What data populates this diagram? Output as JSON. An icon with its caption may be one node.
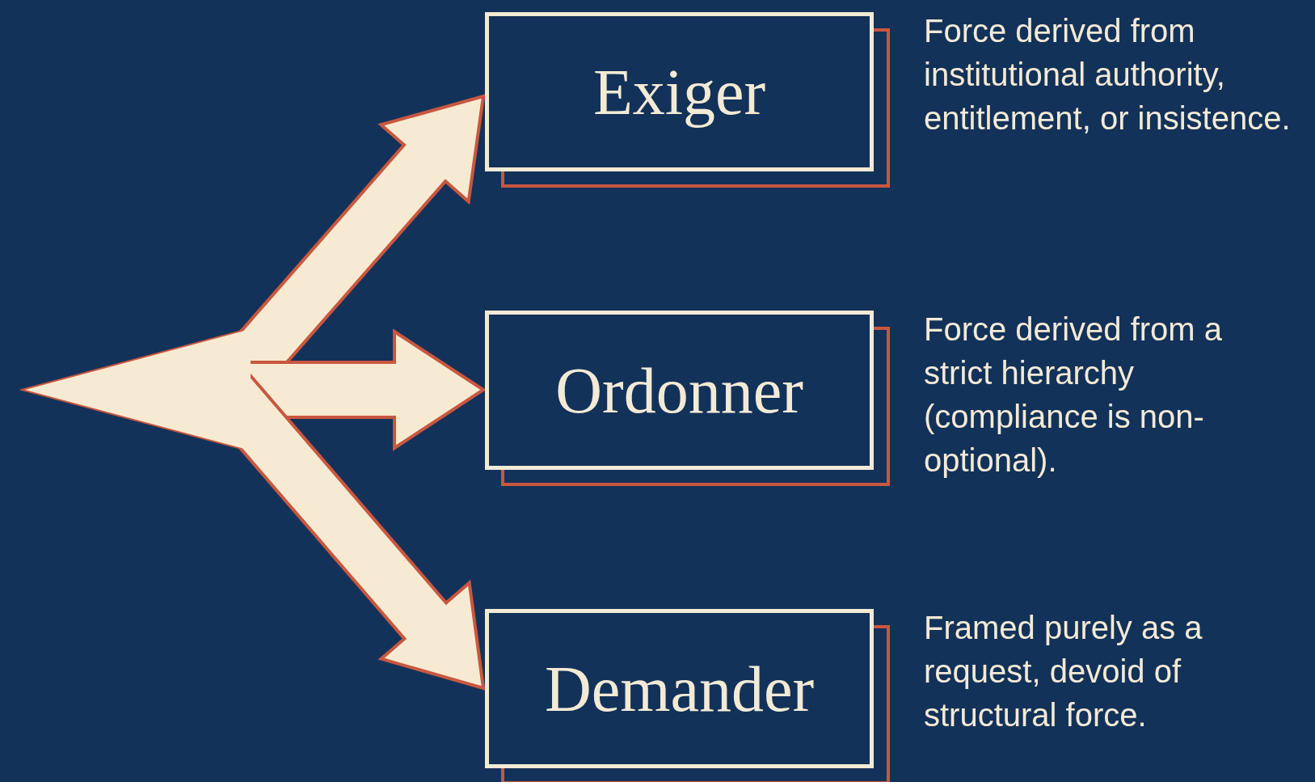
{
  "diagram": {
    "nodes": [
      {
        "text": [
          "Exiger"
        ],
        "beside": [
          "Force derived from institutional authority, entitlement, or insistence."
        ]
      },
      {
        "text": [
          "Ordonner"
        ],
        "beside": [
          "Force derived from a strict hierarchy (compliance is non-optional)."
        ]
      },
      {
        "text": [
          "Demander"
        ],
        "beside": [
          "Framed purely as a request, devoid of structural force."
        ]
      }
    ],
    "edges": [
      {
        "from": null,
        "to": 0,
        "arrow": "to"
      },
      {
        "from": null,
        "to": 1,
        "arrow": "to"
      },
      {
        "from": null,
        "to": 2,
        "arrow": "to"
      }
    ]
  }
}
